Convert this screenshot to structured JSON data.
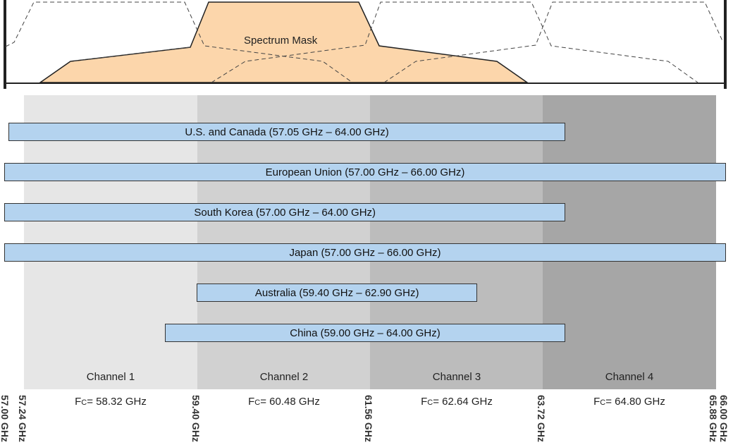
{
  "spectrum_mask": {
    "label": "Spectrum Mask",
    "fill": "#fcd6ab"
  },
  "channels": [
    {
      "label": "Channel 1",
      "fc_prefix": "F",
      "fc_sub": "C",
      "fc_value": "= 58.32 GHz",
      "color": "#e6e6e6"
    },
    {
      "label": "Channel 2",
      "fc_prefix": "F",
      "fc_sub": "C",
      "fc_value": "= 60.48 GHz",
      "color": "#d1d1d1"
    },
    {
      "label": "Channel 3",
      "fc_prefix": "F",
      "fc_sub": "C",
      "fc_value": "= 62.64 GHz",
      "color": "#bcbcbc"
    },
    {
      "label": "Channel 4",
      "fc_prefix": "F",
      "fc_sub": "C",
      "fc_value": "= 64.80 GHz",
      "color": "#a6a6a6"
    }
  ],
  "regions": [
    {
      "name": "U.S. and Canada (57.05 GHz – 64.00 GHz)",
      "start": 57.05,
      "end": 64.0
    },
    {
      "name": "European Union (57.00 GHz – 66.00 GHz)",
      "start": 57.0,
      "end": 66.0
    },
    {
      "name": "South Korea (57.00 GHz – 64.00 GHz)",
      "start": 57.0,
      "end": 64.0
    },
    {
      "name": "Japan (57.00 GHz – 66.00 GHz)",
      "start": 57.0,
      "end": 66.0
    },
    {
      "name": "Australia (59.40 GHz – 62.90 GHz)",
      "start": 59.4,
      "end": 62.9
    },
    {
      "name": "China (59.00 GHz – 64.00 GHz)",
      "start": 59.0,
      "end": 64.0
    }
  ],
  "frequency_ticks": [
    {
      "label": "57.00 GHz",
      "value": 57.0
    },
    {
      "label": "57.24 GHz",
      "value": 57.24
    },
    {
      "label": "59.40 GHz",
      "value": 59.4
    },
    {
      "label": "61.56 GHz",
      "value": 61.56
    },
    {
      "label": "63.72 GHz",
      "value": 63.72
    },
    {
      "label": "65.88 GHz",
      "value": 65.88
    },
    {
      "label": "66.00 GHz",
      "value": 66.0
    }
  ]
}
